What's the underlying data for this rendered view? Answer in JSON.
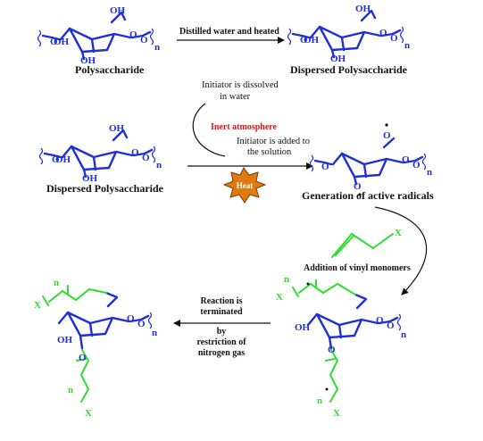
{
  "atoms": {
    "oh": "OH",
    "o": "O",
    "n": "n",
    "x": "X"
  },
  "labels": {
    "polysaccharide": "Polysaccharide",
    "dispersed_1": "Dispersed Polysaccharide",
    "dispersed_2": "Dispersed Polysaccharide",
    "active_radicals": "Generation of active radicals"
  },
  "steps": {
    "distilled": "Distilled water and heated",
    "initiator_dissolved": [
      "Initiator is dissolved",
      "in water"
    ],
    "inert": "Inert atmosphere",
    "initiator_added": [
      "Initiator is added to",
      "the solution"
    ],
    "heat": "Heat",
    "addition": "Addition of vinyl monomers",
    "terminated": [
      "Reaction is",
      "terminated",
      "by",
      "restriction of",
      "nitrogen gas"
    ]
  },
  "colors": {
    "sugar": "#1f2fd8",
    "monomer": "#2fdc2f",
    "inert": "#d11a1a",
    "heat_star": "#e07a10",
    "heat_star_edge": "#7a3a08"
  }
}
